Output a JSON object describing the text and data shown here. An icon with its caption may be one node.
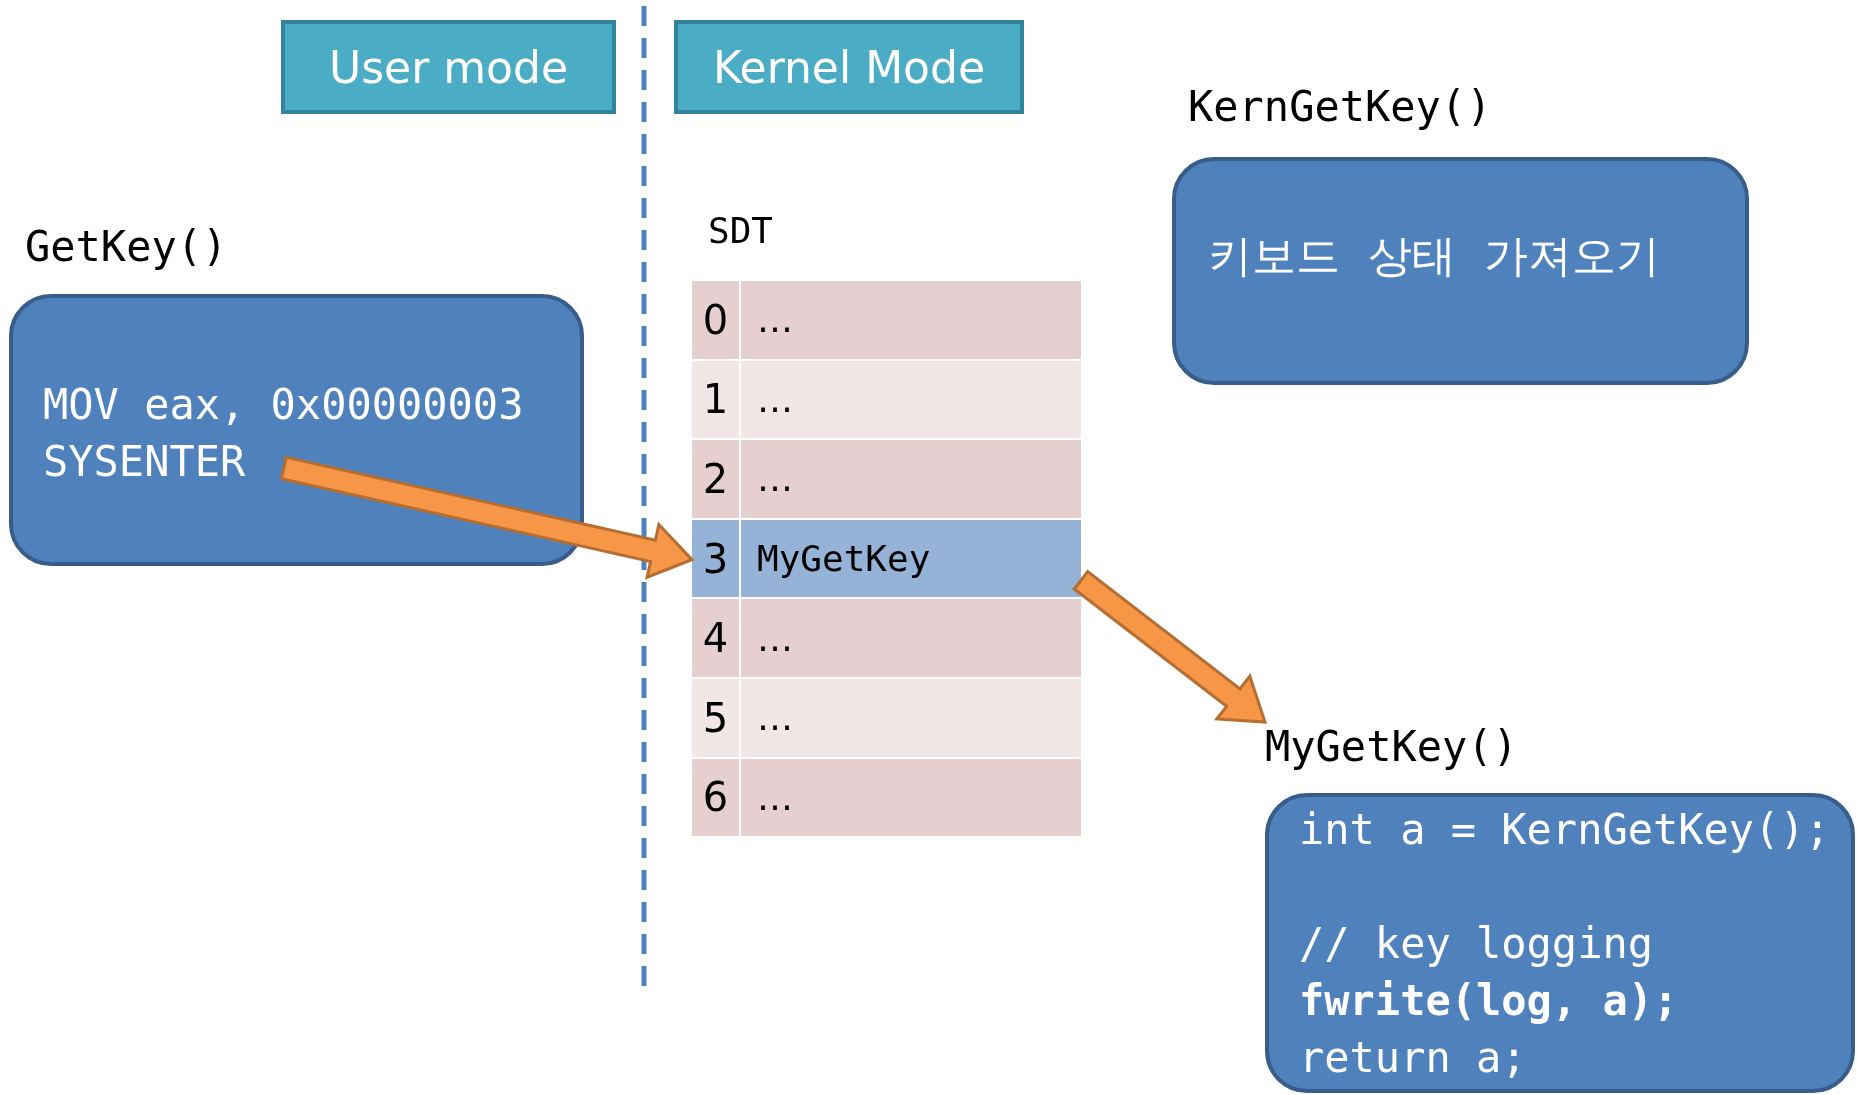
{
  "diagram": {
    "nodes": [
      {
        "text": [
          "User mode"
        ]
      },
      {
        "text": [
          "Kernel Mode"
        ]
      },
      {
        "text": [
          "GetKey()",
          "MOV eax, 0x00000003",
          "SYSENTER"
        ]
      },
      {
        "text": [
          "SDT"
        ]
      },
      {
        "text": [
          "0",
          "…"
        ],
        "in": 3
      },
      {
        "text": [
          "1",
          "…"
        ],
        "in": 3
      },
      {
        "text": [
          "2",
          "…"
        ],
        "in": 3
      },
      {
        "text": [
          "3",
          "MyGetKey"
        ],
        "in": 3
      },
      {
        "text": [
          "4",
          "…"
        ],
        "in": 3
      },
      {
        "text": [
          "5",
          "…"
        ],
        "in": 3
      },
      {
        "text": [
          "6",
          "…"
        ],
        "in": 3
      },
      {
        "text": [
          "KernGetKey()",
          "키보드 상태 가져오기"
        ]
      },
      {
        "text": [
          "MyGetKey()",
          "int a = KernGetKey();",
          "// key logging",
          "fwrite(log, a);",
          "return a;"
        ]
      }
    ],
    "edges": [
      {
        "from": 2,
        "to": 7,
        "arrow": "to"
      },
      {
        "from": 7,
        "to": 12,
        "arrow": "to"
      }
    ]
  }
}
